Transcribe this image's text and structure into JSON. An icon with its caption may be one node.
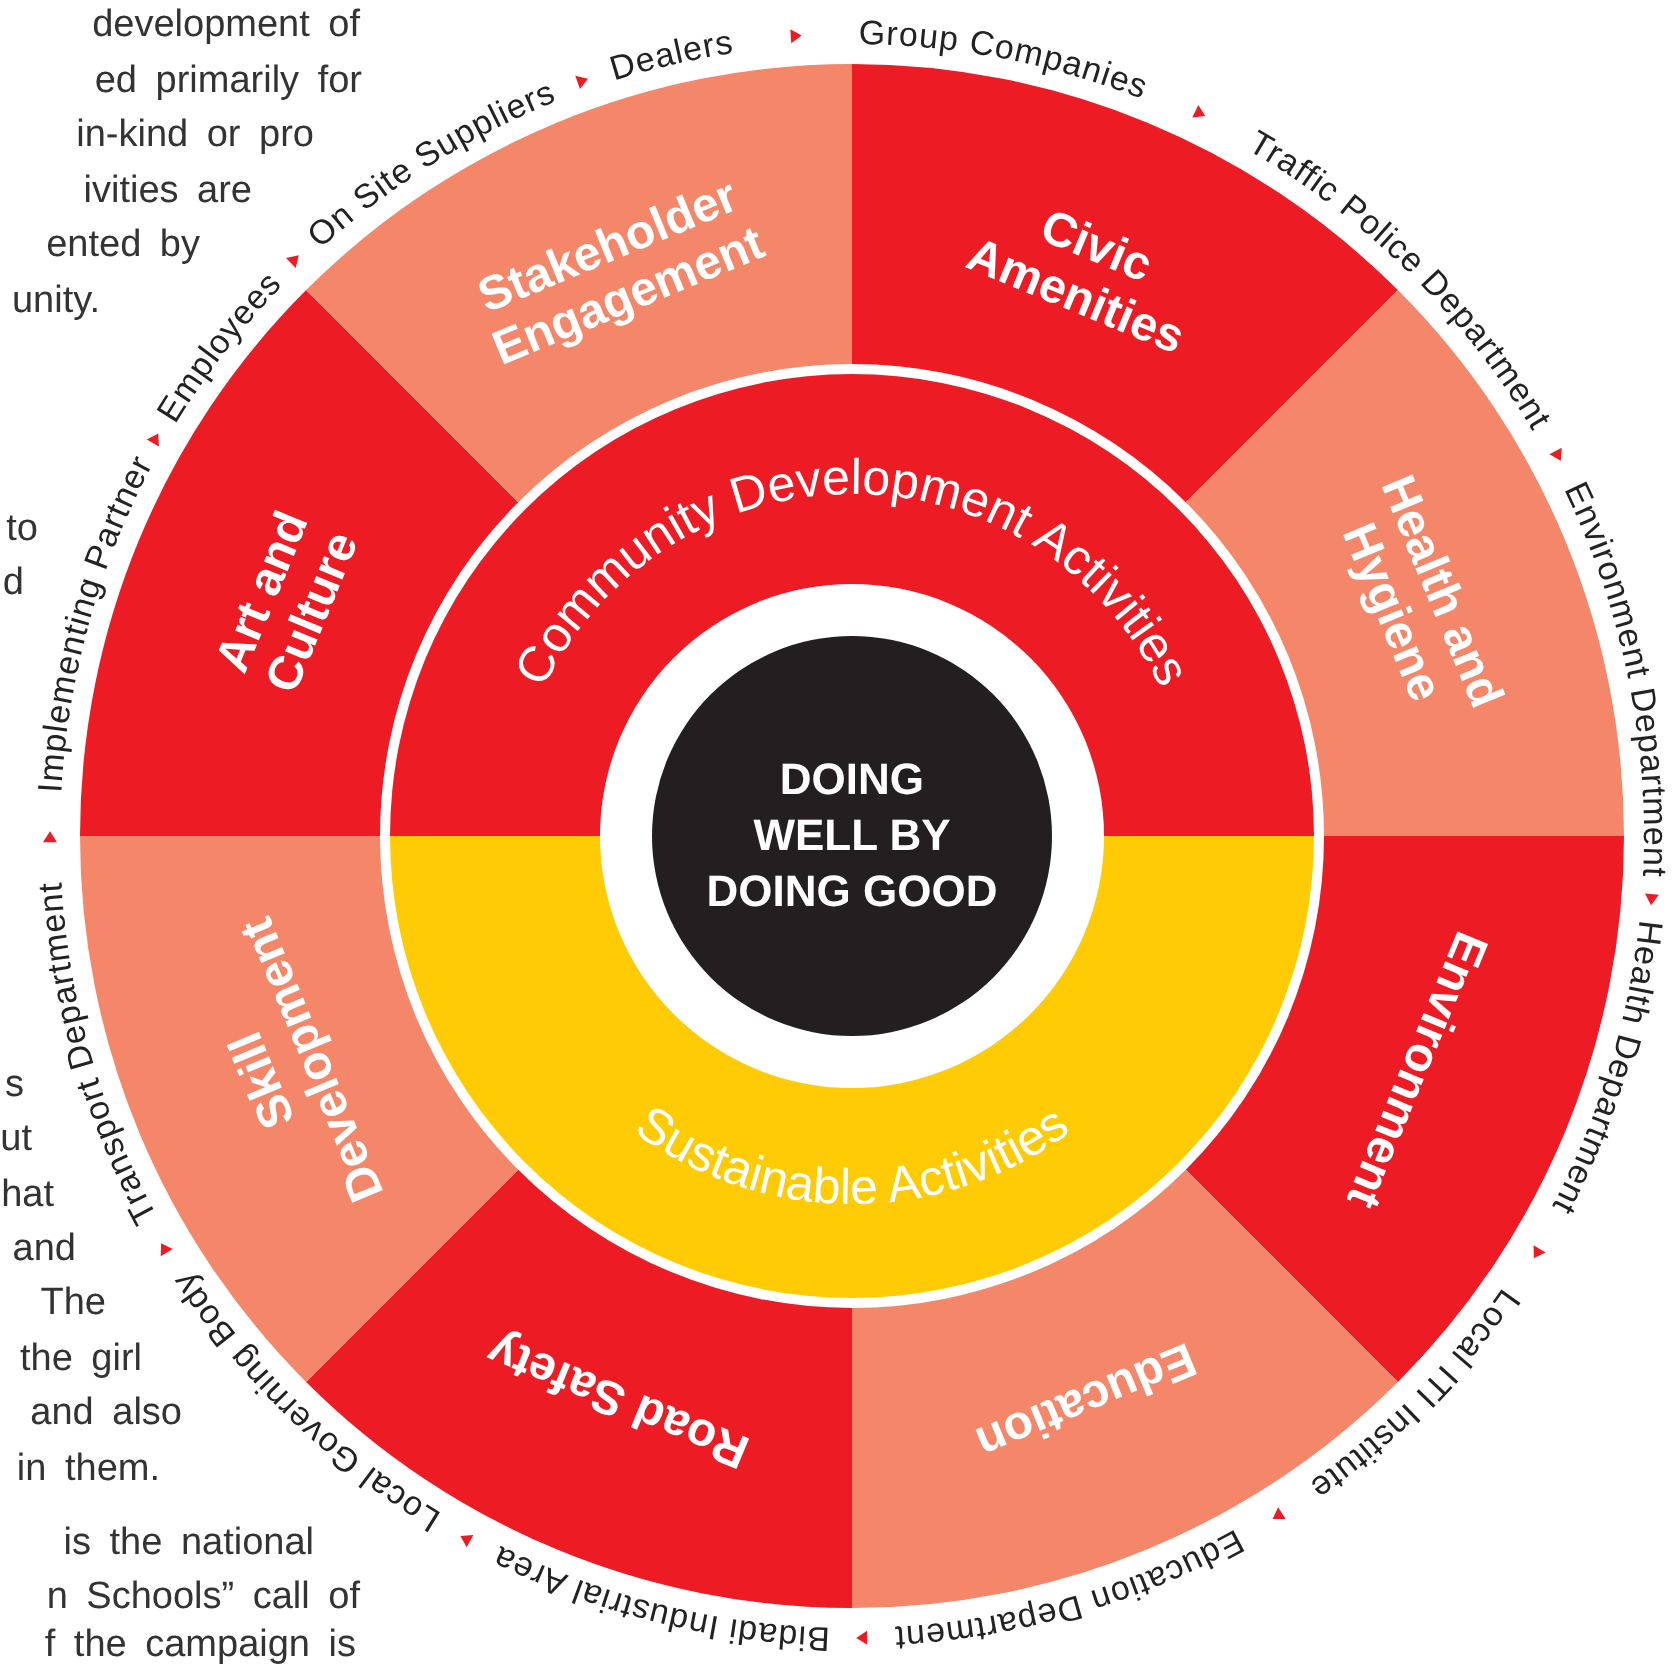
{
  "diagram": {
    "nodes": [
      {
        "text": [
          "DOING WELL BY DOING GOOD"
        ]
      },
      {
        "text": [
          "Community Development Activities"
        ]
      },
      {
        "text": [
          "Sustainable Activities"
        ]
      },
      {
        "text": [
          "Civic Amenities"
        ]
      },
      {
        "text": [
          "Health and Hygiene"
        ]
      },
      {
        "text": [
          "Environment"
        ]
      },
      {
        "text": [
          "Education"
        ]
      },
      {
        "text": [
          "Road Safety"
        ]
      },
      {
        "text": [
          "Skill Development"
        ]
      },
      {
        "text": [
          "Art and Culture"
        ]
      },
      {
        "text": [
          "Stakeholder Engagement"
        ]
      }
    ],
    "edges": [],
    "labels": [
      "development of",
      "ed primarily for",
      "in-kind or pro",
      "ivities are",
      "ented by",
      "unity.",
      "to",
      "d",
      "s",
      "ut",
      "hat",
      "and",
      "The",
      "the girl",
      "and also",
      "in them.",
      "is the national",
      "n Schools” call of",
      "f the campaign is",
      "On Site Suppliers",
      "Dealers",
      "Group Companies",
      "Traffic Police Department",
      "Environment Department",
      "Health Department",
      "Local ITI Institute",
      "Education Department",
      "Bidadi Industrial Area",
      "Local Governing Body",
      "Transport Department",
      "Implementing Partner",
      "Employees"
    ]
  }
}
